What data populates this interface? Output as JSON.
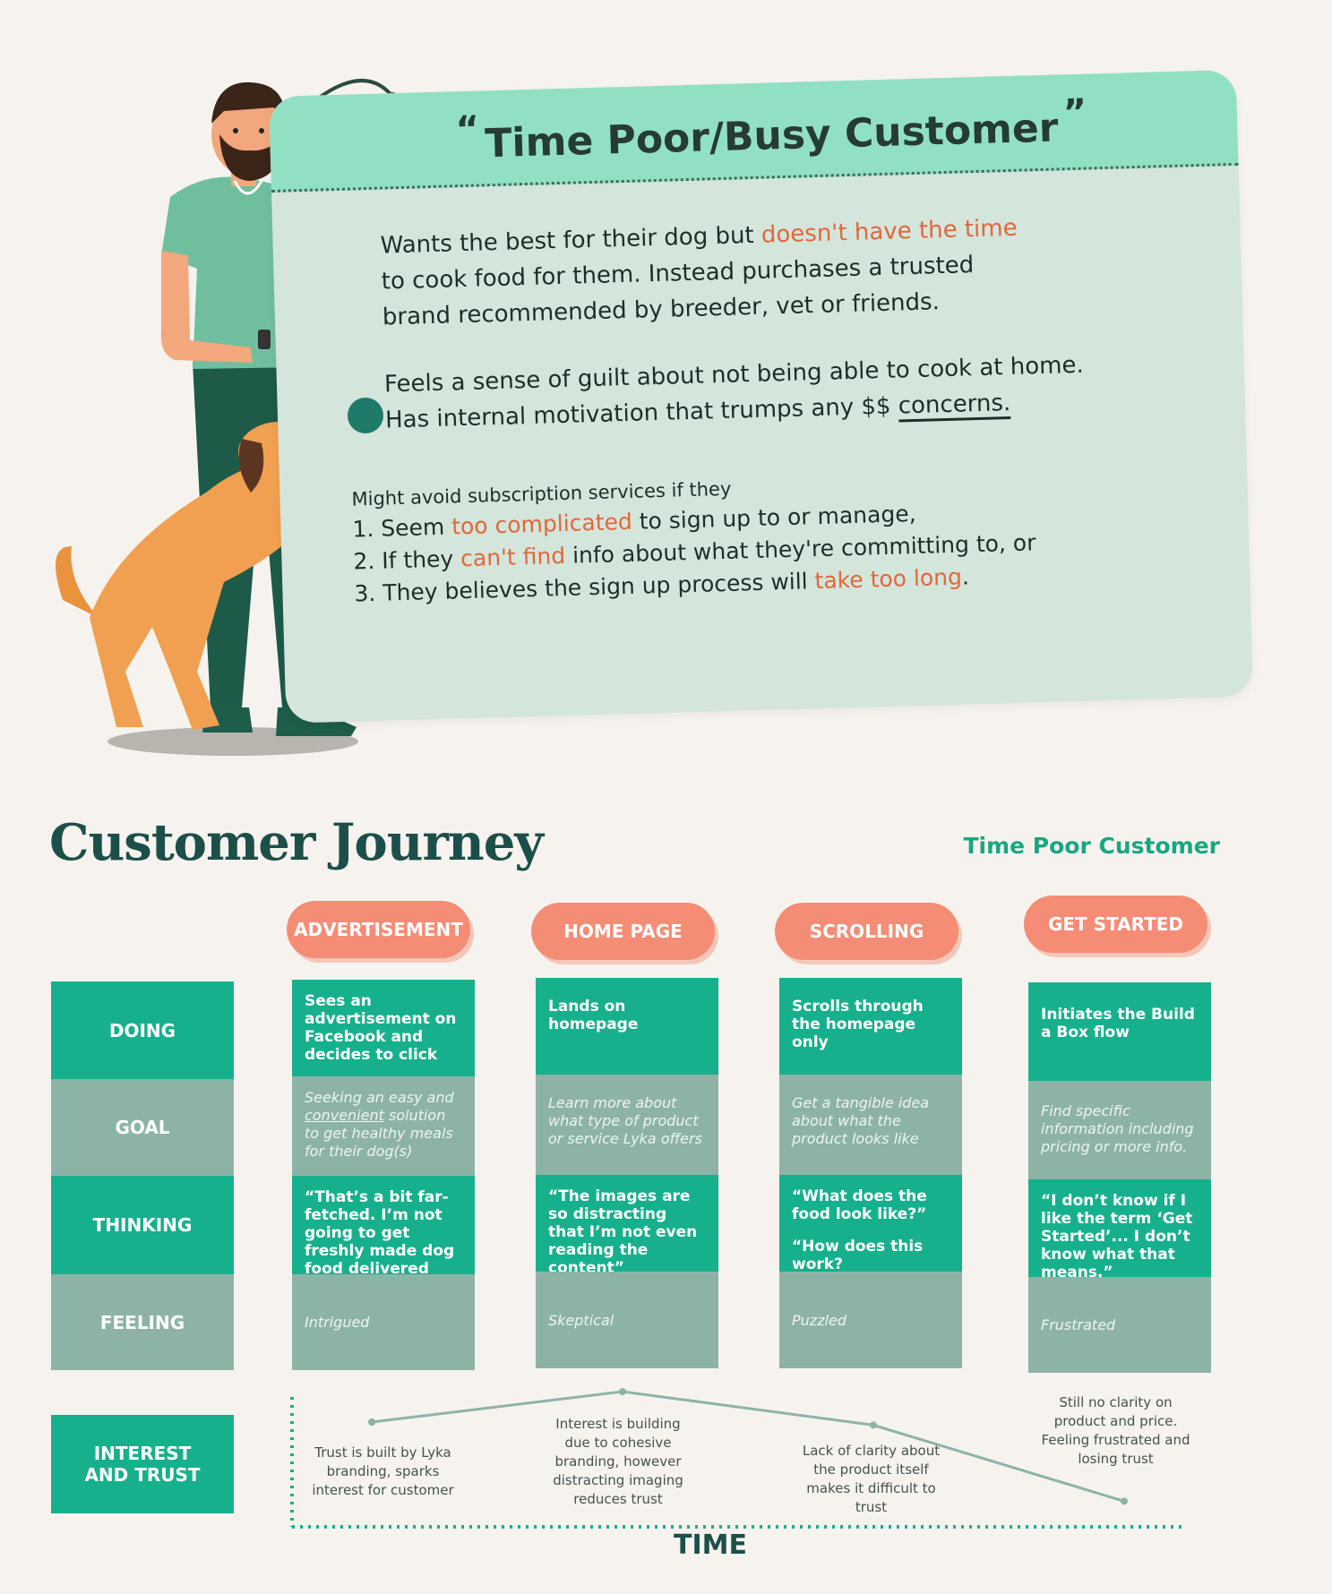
{
  "persona_card": {
    "title": "Time Poor/Busy Customer",
    "open_quote": "“",
    "close_quote": "”",
    "p1_a": "Wants the best for their dog but ",
    "p1_hl": "doesn't have the time",
    "p1_b": "to cook food for them. Instead purchases a trusted",
    "p1_c": "brand recommended by breeder, vet or friends.",
    "p2_a": "Feels a sense of guilt about not being able to cook at home.",
    "p2_b": "Has internal motivation that trumps any $$ ",
    "p2_ul": "concerns.",
    "list_intro": "Might avoid subscription services if they",
    "item1_a": "1. Seem ",
    "item1_hl": "too complicated",
    "item1_b": " to sign up to or manage,",
    "item2_a": "2. If they ",
    "item2_hl": "can't find",
    "item2_b": " info about what they're committing to, or",
    "item3_a": "3. They believes the sign up process will ",
    "item3_hl": "take too long",
    "item3_b": "."
  },
  "journey": {
    "title": "Customer Journey",
    "persona_label": "Time Poor Customer",
    "stages": [
      "ADVERTISEMENT",
      "HOME PAGE",
      "SCROLLING",
      "GET STARTED"
    ],
    "row_labels": {
      "doing": "DOING",
      "goal": "GOAL",
      "thinking": "THINKING",
      "feeling": "FEELING",
      "interest": "INTEREST AND TRUST"
    },
    "doing": [
      "Sees an advertisement on Facebook and decides to click",
      "Lands on homepage",
      "Scrolls through the homepage only",
      "Initiates the Build a Box flow"
    ],
    "goal_1_a": "Seeking an easy and ",
    "goal_1_ul": "convenient",
    "goal_1_b": " solution to get healthy meals for their dog(s)",
    "goal": [
      "Learn more about what type of product or service Lyka offers",
      "Get a tangible idea about what the product looks like",
      "Find specific information including pricing or more info."
    ],
    "thinking": [
      "“That’s a bit far-fetched. I’m not going to get freshly made dog food delivered everyday”",
      "“The images are so distracting that I’m not even reading the content”",
      "“What does the food look like?”",
      "“How does this work?",
      "“I don’t know if I like the term ‘Get Started’... I don’t know what that means.”"
    ],
    "feeling": [
      "Intrigued",
      "Skeptical",
      "Puzzled",
      "Frustrated"
    ],
    "trust_notes": [
      "Trust is built by Lyka branding, sparks interest for customer",
      "Interest is building due to cohesive branding, however distracting imaging reduces trust",
      "Lack of clarity about the product itself makes it difficult to trust",
      "Still no clarity on product and price. Feeling frustrated and losing trust"
    ],
    "trust_levels": [
      0.6,
      0.8,
      0.58,
      0.08
    ],
    "time_label": "TIME"
  },
  "colors": {
    "mint_header": "#92e0c3",
    "card_body": "#d4e5dc",
    "highlight_orange": "#e0683a",
    "teal_dark": "#17b08d",
    "teal_grey": "#8db3a7",
    "stage_pill": "#f58c75",
    "title_dark_teal": "#1c4f49",
    "persona_green": "#19a77f"
  },
  "icons": [
    "man-illustration",
    "dog-illustration",
    "arrow-squiggle-icon",
    "tennis-ball-icon"
  ]
}
